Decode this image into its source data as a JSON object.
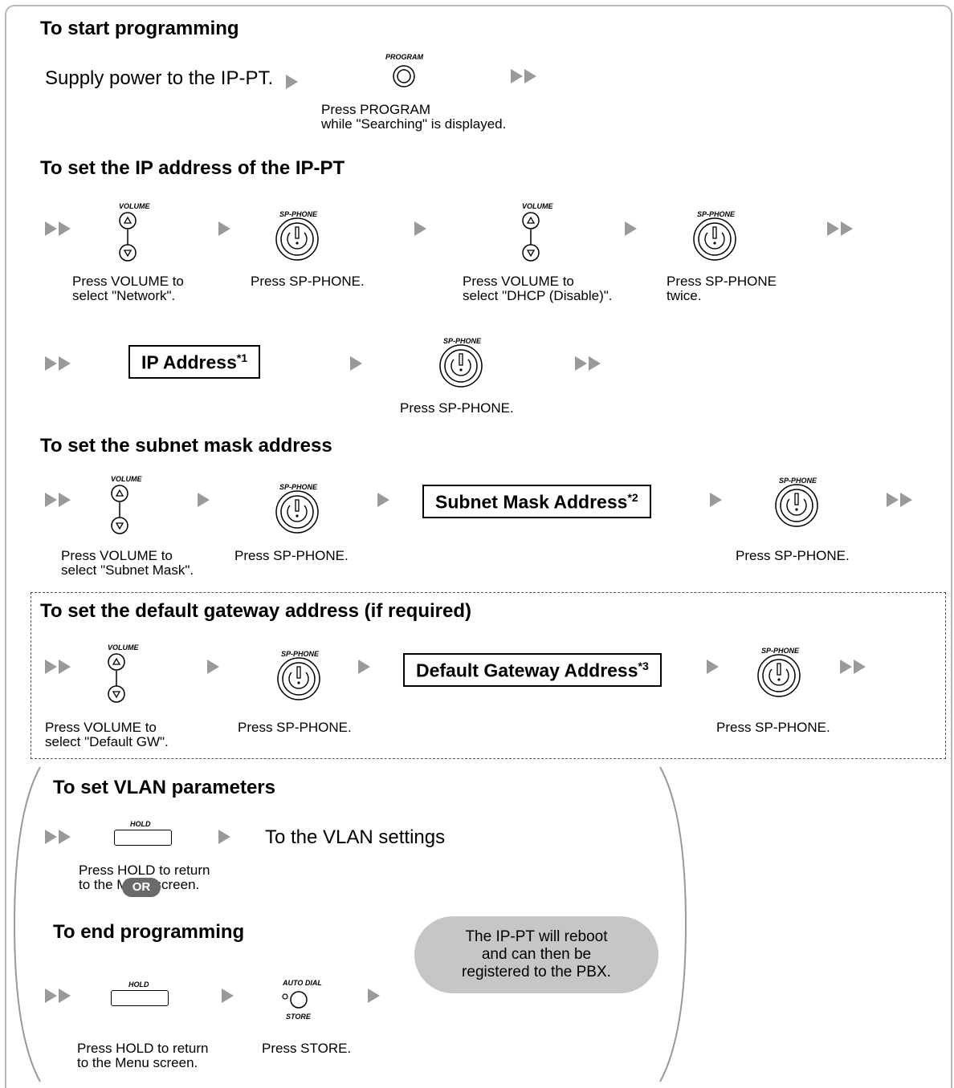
{
  "sections": {
    "start": "To start programming",
    "ip": "To set the IP address of the IP-PT",
    "subnet": "To set the subnet mask address",
    "gateway": "To set the default gateway address (if required)",
    "vlan": "To set VLAN parameters",
    "end": "To end programming"
  },
  "start": {
    "supply": "Supply power to the IP-PT.",
    "program_label": "PROGRAM",
    "program_caption": "Press PROGRAM\nwhile \"Searching\" is displayed."
  },
  "ip": {
    "cap_volume_network": "Press VOLUME to\nselect \"Network\".",
    "cap_sp1": "Press SP-PHONE.",
    "cap_volume_dhcp": "Press VOLUME to\nselect \"DHCP (Disable)\".",
    "cap_sp_twice": "Press SP-PHONE\ntwice.",
    "ip_address_box": "IP Address",
    "ip_address_note": "*1",
    "cap_sp2": "Press SP-PHONE."
  },
  "subnet": {
    "cap_volume": "Press VOLUME to\nselect \"Subnet Mask\".",
    "cap_sp1": "Press SP-PHONE.",
    "box": "Subnet Mask Address",
    "note": "*2",
    "cap_sp2": "Press SP-PHONE."
  },
  "gateway": {
    "cap_volume": "Press VOLUME to\nselect \"Default GW\".",
    "cap_sp1": "Press SP-PHONE.",
    "box": "Default Gateway Address",
    "note": "*3",
    "cap_sp2": "Press SP-PHONE."
  },
  "vlan": {
    "to_vlan": "To the VLAN settings",
    "hold_label": "HOLD",
    "cap_hold": "Press HOLD to return\nto the Menu screen.",
    "or": "OR"
  },
  "end": {
    "hold_label": "HOLD",
    "cap_hold": "Press HOLD to return\nto the Menu screen.",
    "autodial_label": "AUTO DIAL",
    "store_label": "STORE",
    "cap_store": "Press STORE.",
    "bubble": "The IP-PT will reboot\nand can then be\nregistered to the PBX."
  },
  "button_labels": {
    "volume": "VOLUME",
    "sp_phone": "SP-PHONE"
  },
  "colors": {
    "arrow": "#9a9a9a",
    "bubble": "#c6c6c6",
    "or_badge": "#6a6a6a"
  }
}
